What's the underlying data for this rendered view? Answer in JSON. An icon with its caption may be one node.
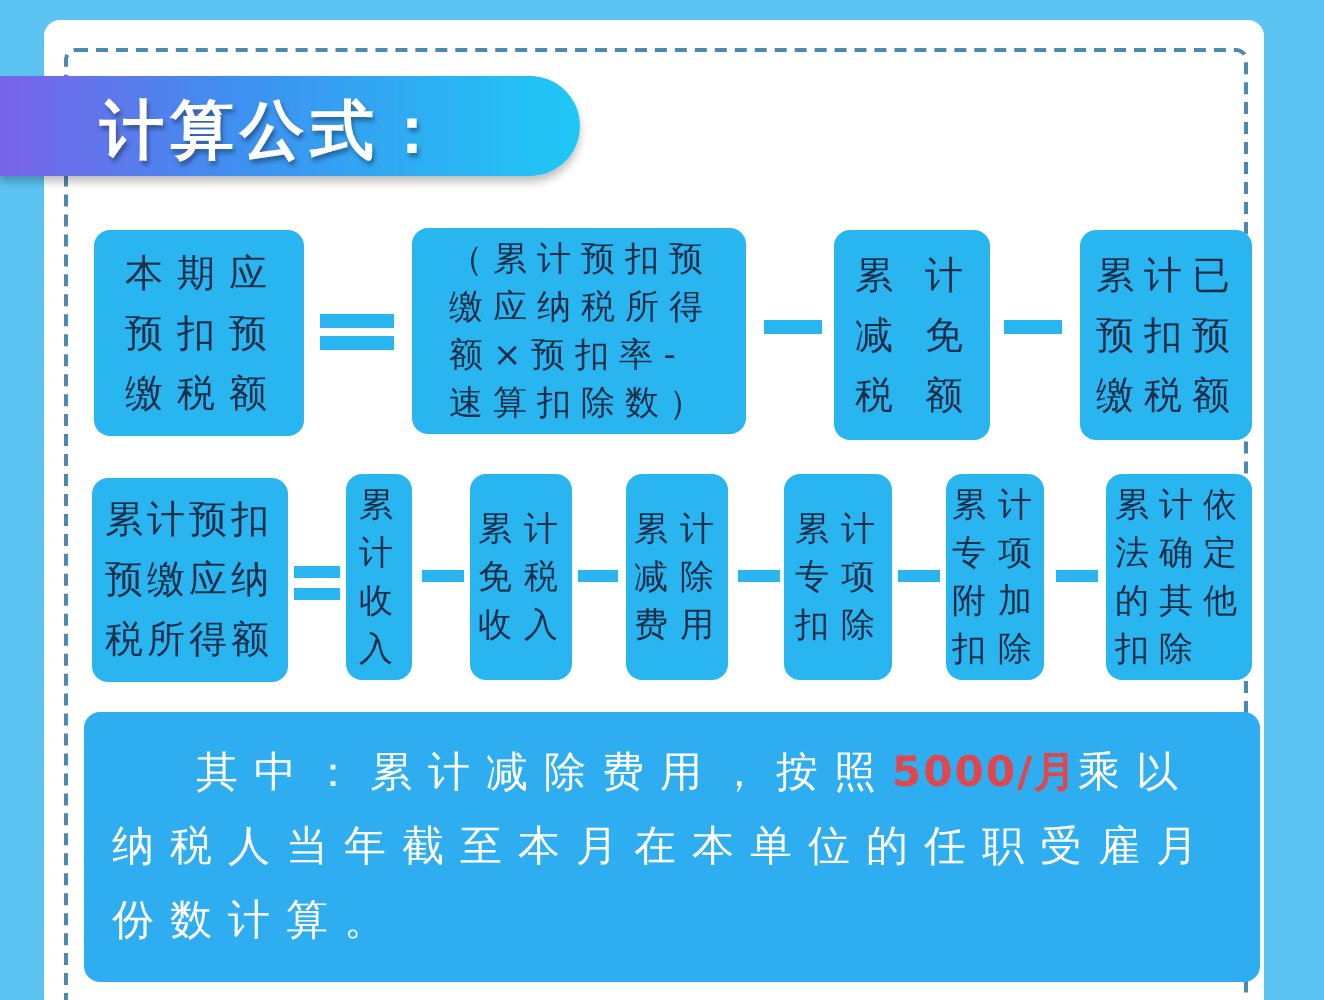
{
  "diagram": {
    "title": "计算公式：",
    "nodes": [
      {
        "text": [
          "本期应预扣预缴税额"
        ]
      },
      {
        "text": [
          "（累计预扣预缴应纳税所得额×预扣率-速算扣除数）"
        ]
      },
      {
        "text": [
          "累计减免税额"
        ]
      },
      {
        "text": [
          "累计已预扣预缴税额"
        ]
      },
      {
        "text": [
          "累计预扣预缴应纳税所得额"
        ]
      },
      {
        "text": [
          "累计收入"
        ]
      },
      {
        "text": [
          "累计免税收入"
        ]
      },
      {
        "text": [
          "累计减除费用"
        ]
      },
      {
        "text": [
          "累计专项扣除"
        ]
      },
      {
        "text": [
          "累计专项附加扣除"
        ]
      },
      {
        "text": [
          "累计依法确定的其他扣除"
        ]
      },
      {
        "text": [
          "其中：累计减除费用，按照**5000/月**乘以纳税人当年截至本月在本单位的任职受雇月份数计算。"
        ]
      }
    ]
  }
}
